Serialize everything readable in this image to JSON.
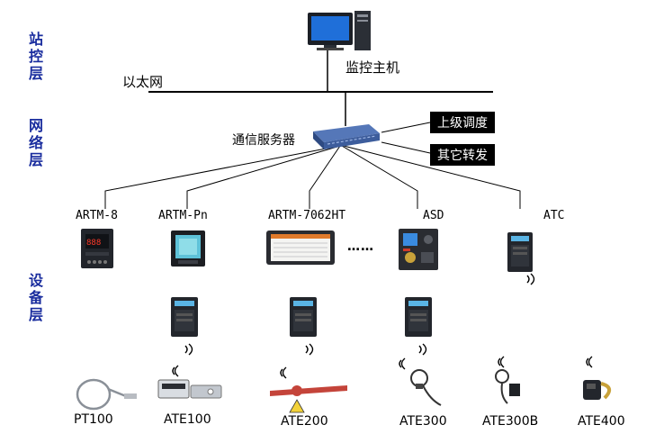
{
  "layers": {
    "station": "站控层",
    "network": "网络层",
    "device": "设备层"
  },
  "network": {
    "host_label": "监控主机",
    "ethernet_label": "以太网",
    "server_label": "通信服务器",
    "uplink_1": "上级调度",
    "uplink_2": "其它转发"
  },
  "meters": [
    {
      "label": "ARTM-8"
    },
    {
      "label": "ARTM-Pn"
    },
    {
      "label": "ARTM-7062HT"
    },
    {
      "label": "ASD"
    },
    {
      "label": "ATC"
    }
  ],
  "ellipsis": "……",
  "sensors": [
    {
      "label": "PT100"
    },
    {
      "label": "ATE100"
    },
    {
      "label": "ATE200"
    },
    {
      "label": "ATE300"
    },
    {
      "label": "ATE300B"
    },
    {
      "label": "ATE400"
    }
  ]
}
